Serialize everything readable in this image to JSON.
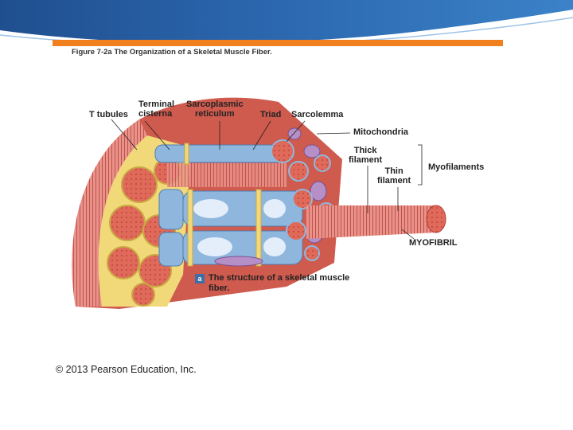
{
  "figure_title": "Figure 7-2a  The Organization of a Skeletal Muscle Fiber.",
  "labels": {
    "t_tubules": "T tubules",
    "terminal_cisterna": "Terminal\ncisterna",
    "sarcoplasmic_reticulum": "Sarcoplasmic\nreticulum",
    "triad": "Triad",
    "sarcolemma": "Sarcolemma",
    "mitochondria": "Mitochondria",
    "thick_filament": "Thick\nfilament",
    "thin_filament": "Thin\nfilament",
    "myofilaments": "Myofilaments",
    "myofibril": "MYOFIBRIL"
  },
  "caption_marker": "a",
  "caption": "The structure of a skeletal muscle fiber.",
  "copyright": "© 2013 Pearson Education, Inc.",
  "colors": {
    "header_blue": "#2b66ad",
    "accent_orange": "#f07f1e",
    "muscle_red": "#d9665a",
    "reticulum_blue": "#8fb7de",
    "tubule_yellow": "#f1d97a"
  }
}
